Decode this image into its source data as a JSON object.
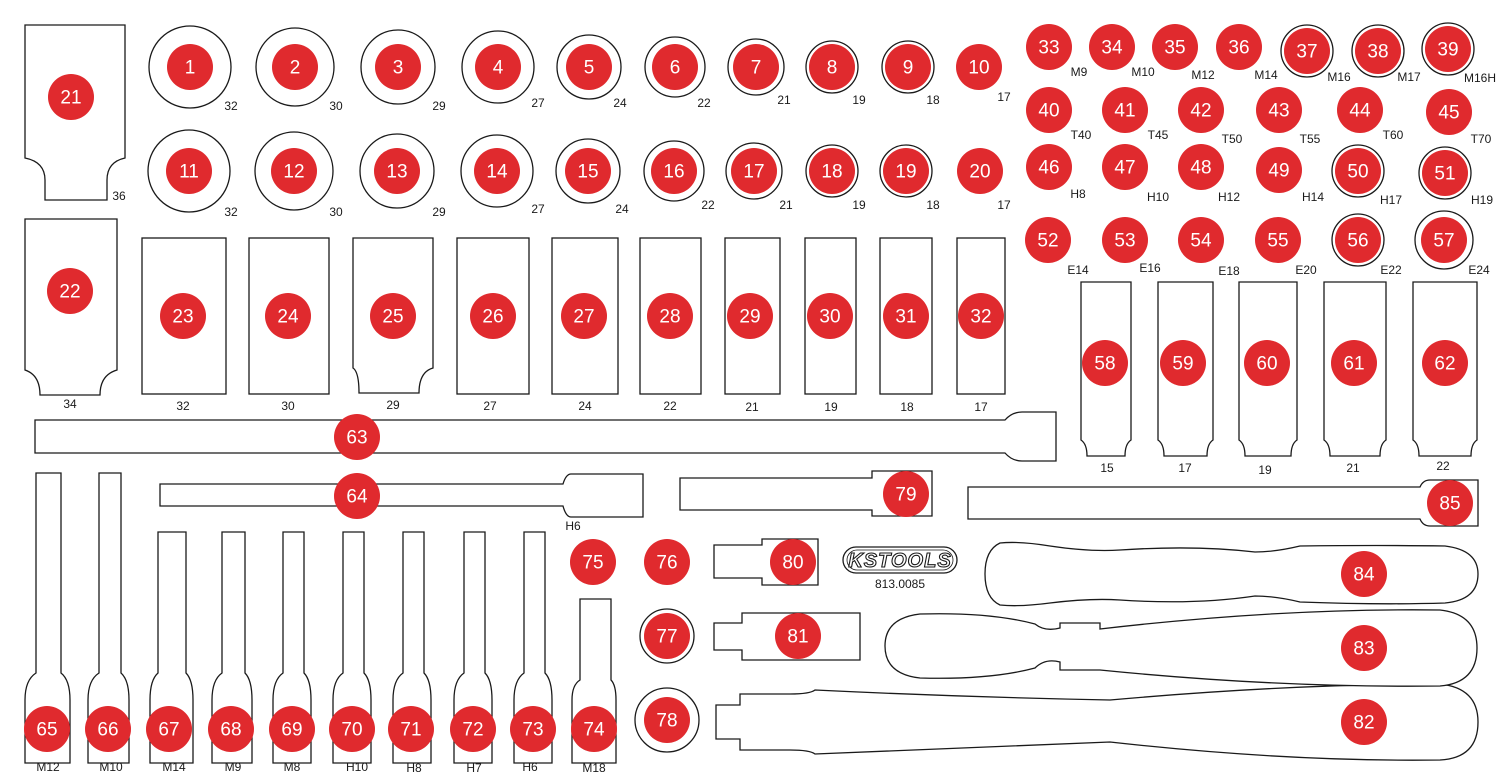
{
  "colors": {
    "marker": "#E02A2E",
    "outline": "#1a1a1a",
    "background": "#ffffff"
  },
  "brand": {
    "logo_text": "KSTOOLS",
    "article_number": "813.0085"
  },
  "positions": [
    {
      "n": "1",
      "size": "32"
    },
    {
      "n": "2",
      "size": "30"
    },
    {
      "n": "3",
      "size": "29"
    },
    {
      "n": "4",
      "size": "27"
    },
    {
      "n": "5",
      "size": "24"
    },
    {
      "n": "6",
      "size": "22"
    },
    {
      "n": "7",
      "size": "21"
    },
    {
      "n": "8",
      "size": "19"
    },
    {
      "n": "9",
      "size": "18"
    },
    {
      "n": "10",
      "size": "17"
    },
    {
      "n": "11",
      "size": "32"
    },
    {
      "n": "12",
      "size": "30"
    },
    {
      "n": "13",
      "size": "29"
    },
    {
      "n": "14",
      "size": "27"
    },
    {
      "n": "15",
      "size": "24"
    },
    {
      "n": "16",
      "size": "22"
    },
    {
      "n": "17",
      "size": "21"
    },
    {
      "n": "18",
      "size": "19"
    },
    {
      "n": "19",
      "size": "18"
    },
    {
      "n": "20",
      "size": "17"
    },
    {
      "n": "21",
      "size": "36"
    },
    {
      "n": "22",
      "size": "34"
    },
    {
      "n": "23",
      "size": "32"
    },
    {
      "n": "24",
      "size": "30"
    },
    {
      "n": "25",
      "size": "29"
    },
    {
      "n": "26",
      "size": "27"
    },
    {
      "n": "27",
      "size": "24"
    },
    {
      "n": "28",
      "size": "22"
    },
    {
      "n": "29",
      "size": "21"
    },
    {
      "n": "30",
      "size": "19"
    },
    {
      "n": "31",
      "size": "18"
    },
    {
      "n": "32",
      "size": "17"
    },
    {
      "n": "33",
      "size": "M9"
    },
    {
      "n": "34",
      "size": "M10"
    },
    {
      "n": "35",
      "size": "M12"
    },
    {
      "n": "36",
      "size": "M14"
    },
    {
      "n": "37",
      "size": "M16"
    },
    {
      "n": "38",
      "size": "M17"
    },
    {
      "n": "39",
      "size": "M16H"
    },
    {
      "n": "40",
      "size": "T40"
    },
    {
      "n": "41",
      "size": "T45"
    },
    {
      "n": "42",
      "size": "T50"
    },
    {
      "n": "43",
      "size": "T55"
    },
    {
      "n": "44",
      "size": "T60"
    },
    {
      "n": "45",
      "size": "T70"
    },
    {
      "n": "46",
      "size": "H8"
    },
    {
      "n": "47",
      "size": "H10"
    },
    {
      "n": "48",
      "size": "H12"
    },
    {
      "n": "49",
      "size": "H14"
    },
    {
      "n": "50",
      "size": "H17"
    },
    {
      "n": "51",
      "size": "H19"
    },
    {
      "n": "52",
      "size": "E14"
    },
    {
      "n": "53",
      "size": "E16"
    },
    {
      "n": "54",
      "size": "E18"
    },
    {
      "n": "55",
      "size": "E20"
    },
    {
      "n": "56",
      "size": "E22"
    },
    {
      "n": "57",
      "size": "E24"
    },
    {
      "n": "58",
      "size": "15"
    },
    {
      "n": "59",
      "size": "17"
    },
    {
      "n": "60",
      "size": "19"
    },
    {
      "n": "61",
      "size": "21"
    },
    {
      "n": "62",
      "size": "22"
    },
    {
      "n": "63",
      "size": ""
    },
    {
      "n": "64",
      "size": "H6"
    },
    {
      "n": "65",
      "size": "M12"
    },
    {
      "n": "66",
      "size": "M10"
    },
    {
      "n": "67",
      "size": "M14"
    },
    {
      "n": "68",
      "size": "M9"
    },
    {
      "n": "69",
      "size": "M8"
    },
    {
      "n": "70",
      "size": "H10"
    },
    {
      "n": "71",
      "size": "H8"
    },
    {
      "n": "72",
      "size": "H7"
    },
    {
      "n": "73",
      "size": "H6"
    },
    {
      "n": "74",
      "size": "M18"
    },
    {
      "n": "75",
      "size": ""
    },
    {
      "n": "76",
      "size": ""
    },
    {
      "n": "77",
      "size": ""
    },
    {
      "n": "78",
      "size": ""
    },
    {
      "n": "79",
      "size": ""
    },
    {
      "n": "80",
      "size": ""
    },
    {
      "n": "81",
      "size": ""
    },
    {
      "n": "82",
      "size": ""
    },
    {
      "n": "83",
      "size": ""
    },
    {
      "n": "84",
      "size": ""
    },
    {
      "n": "85",
      "size": ""
    }
  ]
}
